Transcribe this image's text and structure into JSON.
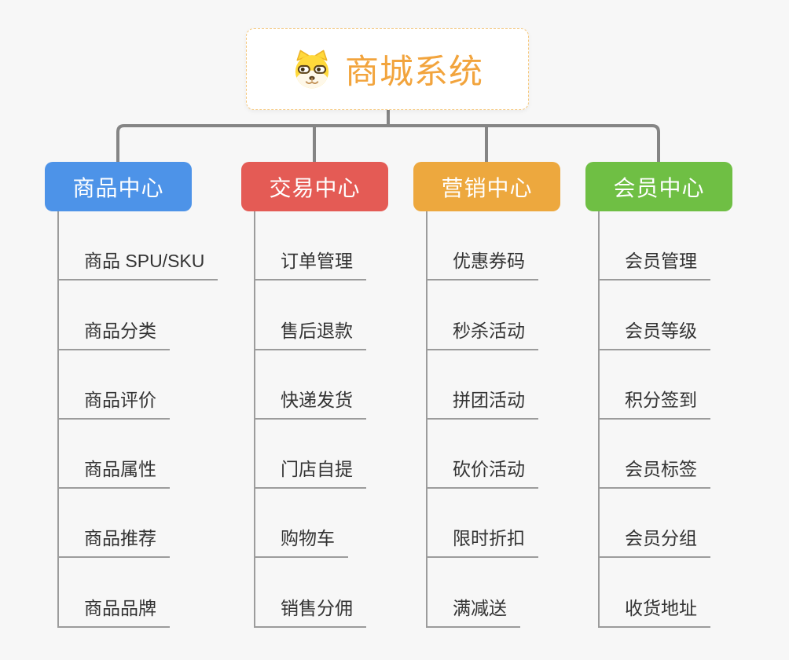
{
  "root": {
    "title": "商城系统",
    "icon": "dog-face-icon",
    "accent_color": "#F2A43D"
  },
  "branches": [
    {
      "label": "商品中心",
      "color": "#4D93E8",
      "children": [
        "商品 SPU/SKU",
        "商品分类",
        "商品评价",
        "商品属性",
        "商品推荐",
        "商品品牌"
      ]
    },
    {
      "label": "交易中心",
      "color": "#E45B55",
      "children": [
        "订单管理",
        "售后退款",
        "快递发货",
        "门店自提",
        "购物车",
        "销售分佣"
      ]
    },
    {
      "label": "营销中心",
      "color": "#EDA83E",
      "children": [
        "优惠券码",
        "秒杀活动",
        "拼团活动",
        "砍价活动",
        "限时折扣",
        "满减送"
      ]
    },
    {
      "label": "会员中心",
      "color": "#6FBF44",
      "children": [
        "会员管理",
        "会员等级",
        "积分签到",
        "会员标签",
        "会员分组",
        "收货地址"
      ]
    }
  ],
  "connector_color": "#858585",
  "line_color": "#9C9C9C",
  "background_color": "#F7F7F7"
}
